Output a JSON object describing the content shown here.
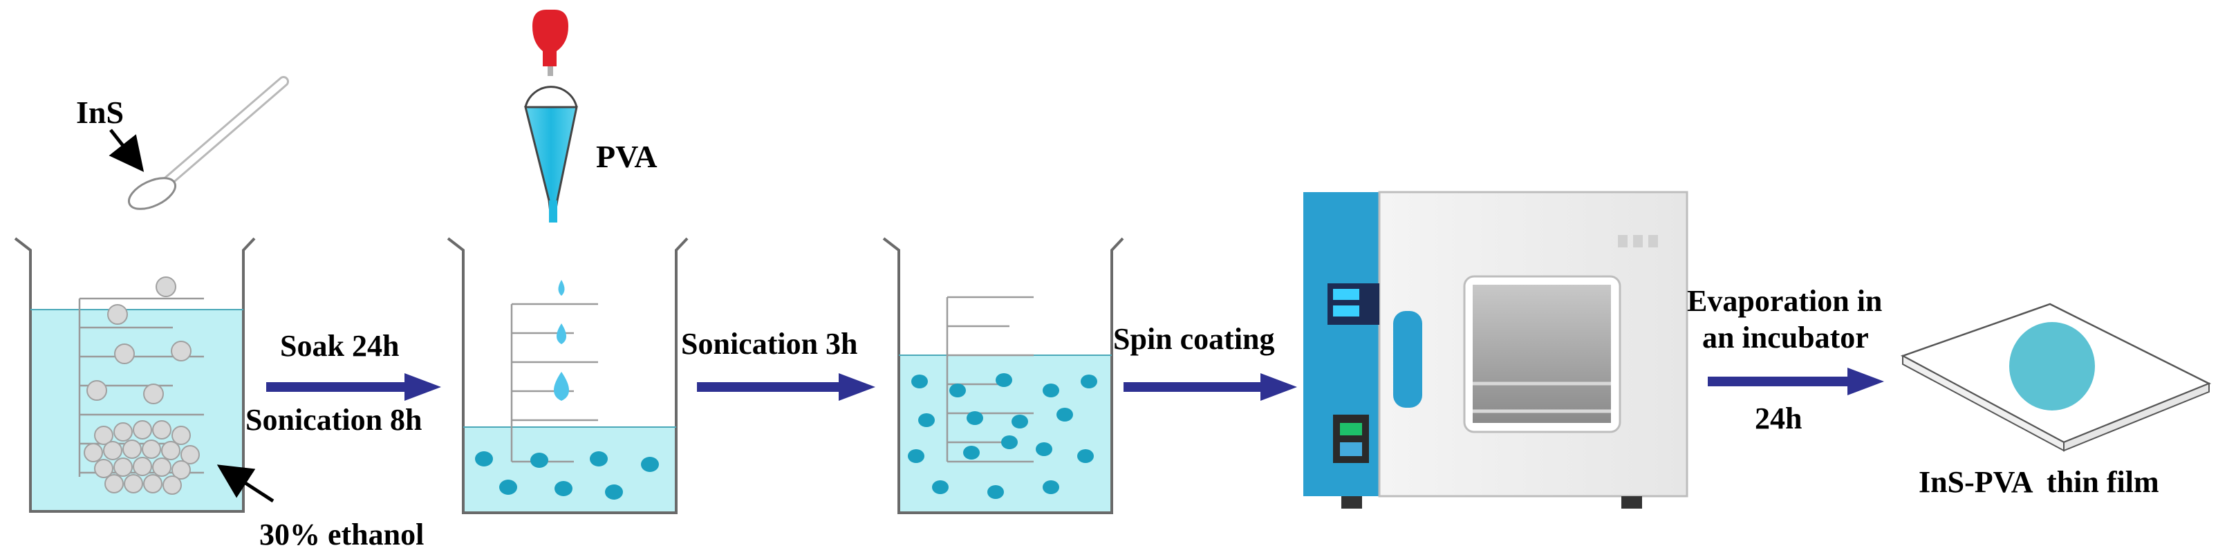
{
  "labels": {
    "ins": "InS",
    "pva": "PVA",
    "soak": "Soak 24h",
    "sonication8": "Sonication 8h",
    "ethanol": "30% ethanol",
    "sonication3": "Sonication 3h",
    "spin": "Spin coating",
    "evap1": "Evaporation in",
    "evap2": "an incubator",
    "evap3": "24h",
    "film": "InS-PVA  thin film"
  },
  "colors": {
    "water": "#bff0f4",
    "particle": "#1a9fbf",
    "arrow": "#2e3192",
    "pipette_bulb": "#e0202a",
    "incubator_panel": "#2a9fd0",
    "film_circle": "#5cc2d3",
    "ins_particle": "#d8d8d8"
  }
}
